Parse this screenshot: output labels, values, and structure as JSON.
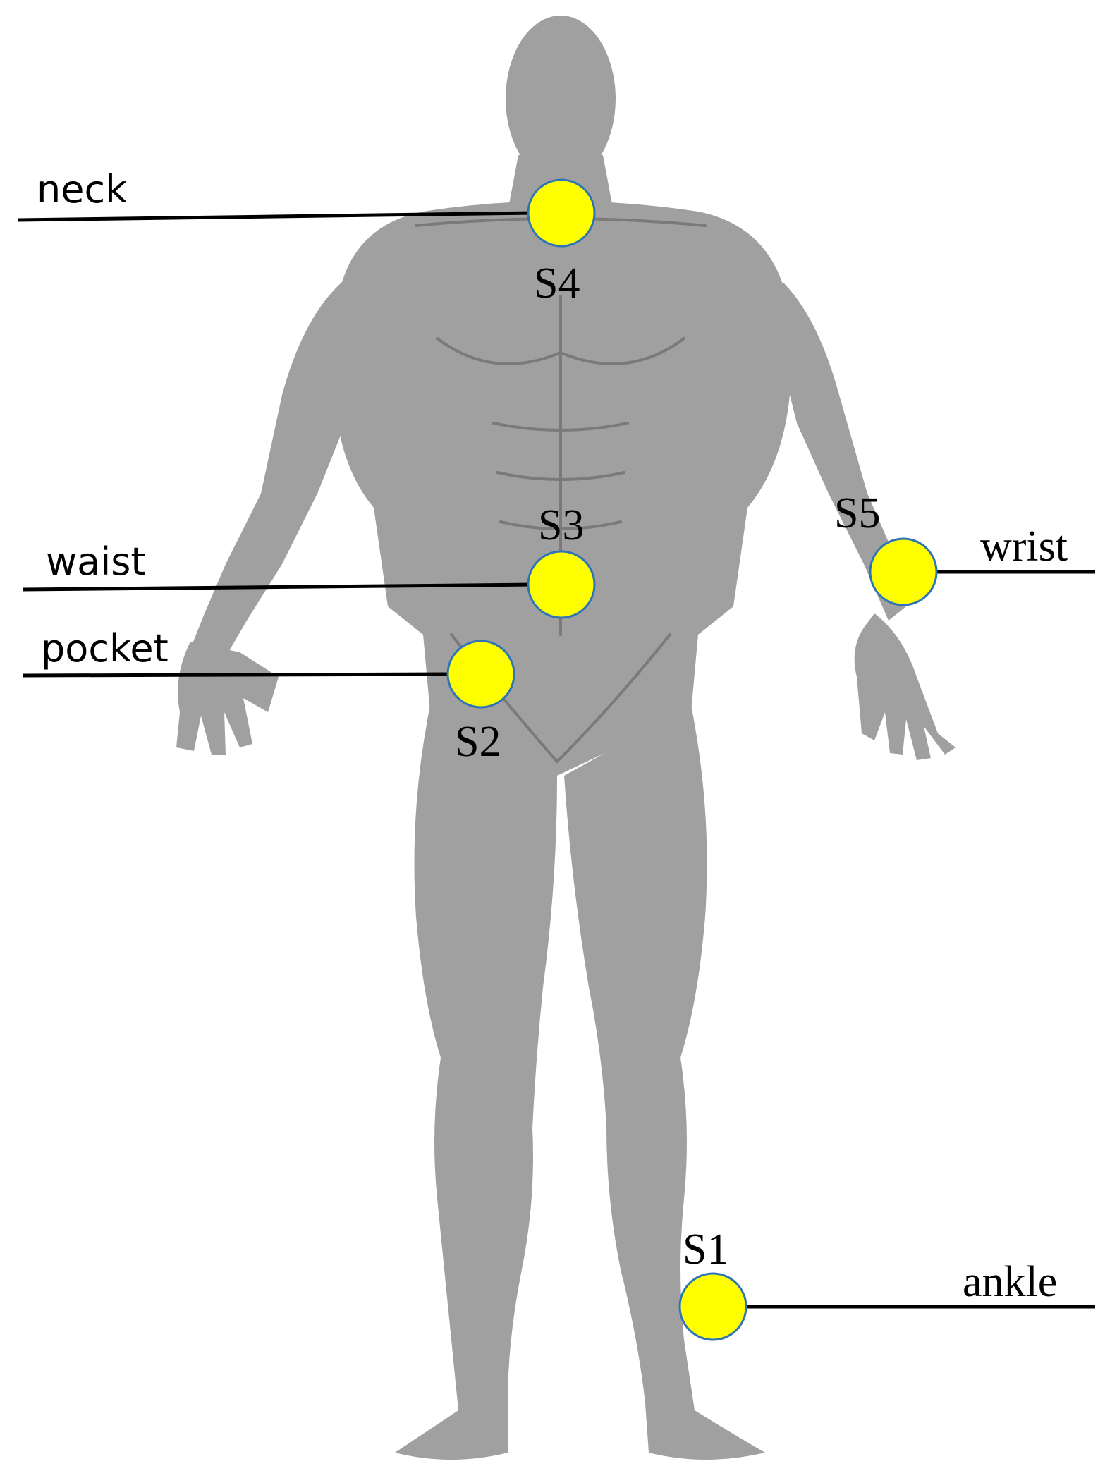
{
  "colors": {
    "sensor_fill": "#ffff00",
    "sensor_stroke": "#2e75b6",
    "body": "#a0a0a0",
    "line": "#000000"
  },
  "sensors": [
    {
      "id": "S4",
      "location": "neck"
    },
    {
      "id": "S3",
      "location": "waist"
    },
    {
      "id": "S2",
      "location": "pocket"
    },
    {
      "id": "S5",
      "location": "wrist"
    },
    {
      "id": "S1",
      "location": "ankle"
    }
  ]
}
